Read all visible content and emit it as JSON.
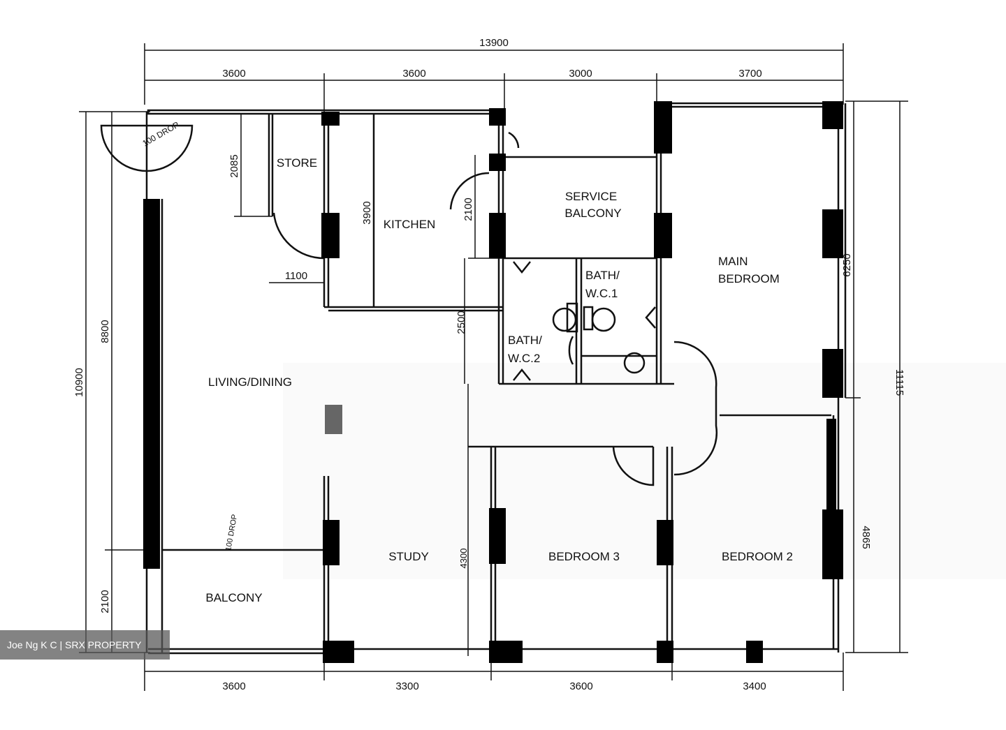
{
  "dimensions": {
    "overall_width": "13900",
    "top": [
      "3600",
      "3600",
      "3000",
      "3700"
    ],
    "bottom": [
      "3600",
      "3300",
      "3600",
      "3400"
    ],
    "left_total": "10900",
    "left_upper": "8800",
    "left_lower": "2100",
    "right_total": "11115",
    "right_upper": "6250",
    "right_lower": "4865",
    "store_depth": "2085",
    "store_width": "1100",
    "kitchen_depth": "3900",
    "service_depth": "2100",
    "bath_depth": "2500",
    "study_depth": "4300",
    "drop_top": "100 DROP",
    "drop_balcony": "100 DROP"
  },
  "rooms": {
    "store": "STORE",
    "kitchen": "KITCHEN",
    "service_balcony_1": "SERVICE",
    "service_balcony_2": "BALCONY",
    "bath1_1": "BATH/",
    "bath1_2": "W.C.1",
    "bath2_1": "BATH/",
    "bath2_2": "W.C.2",
    "main_bedroom_1": "MAIN",
    "main_bedroom_2": "BEDROOM",
    "living": "LIVING/DINING",
    "study": "STUDY",
    "bedroom3": "BEDROOM 3",
    "bedroom2": "BEDROOM 2",
    "balcony": "BALCONY"
  },
  "watermark": "Joe Ng K C | SRX PROPERTY"
}
